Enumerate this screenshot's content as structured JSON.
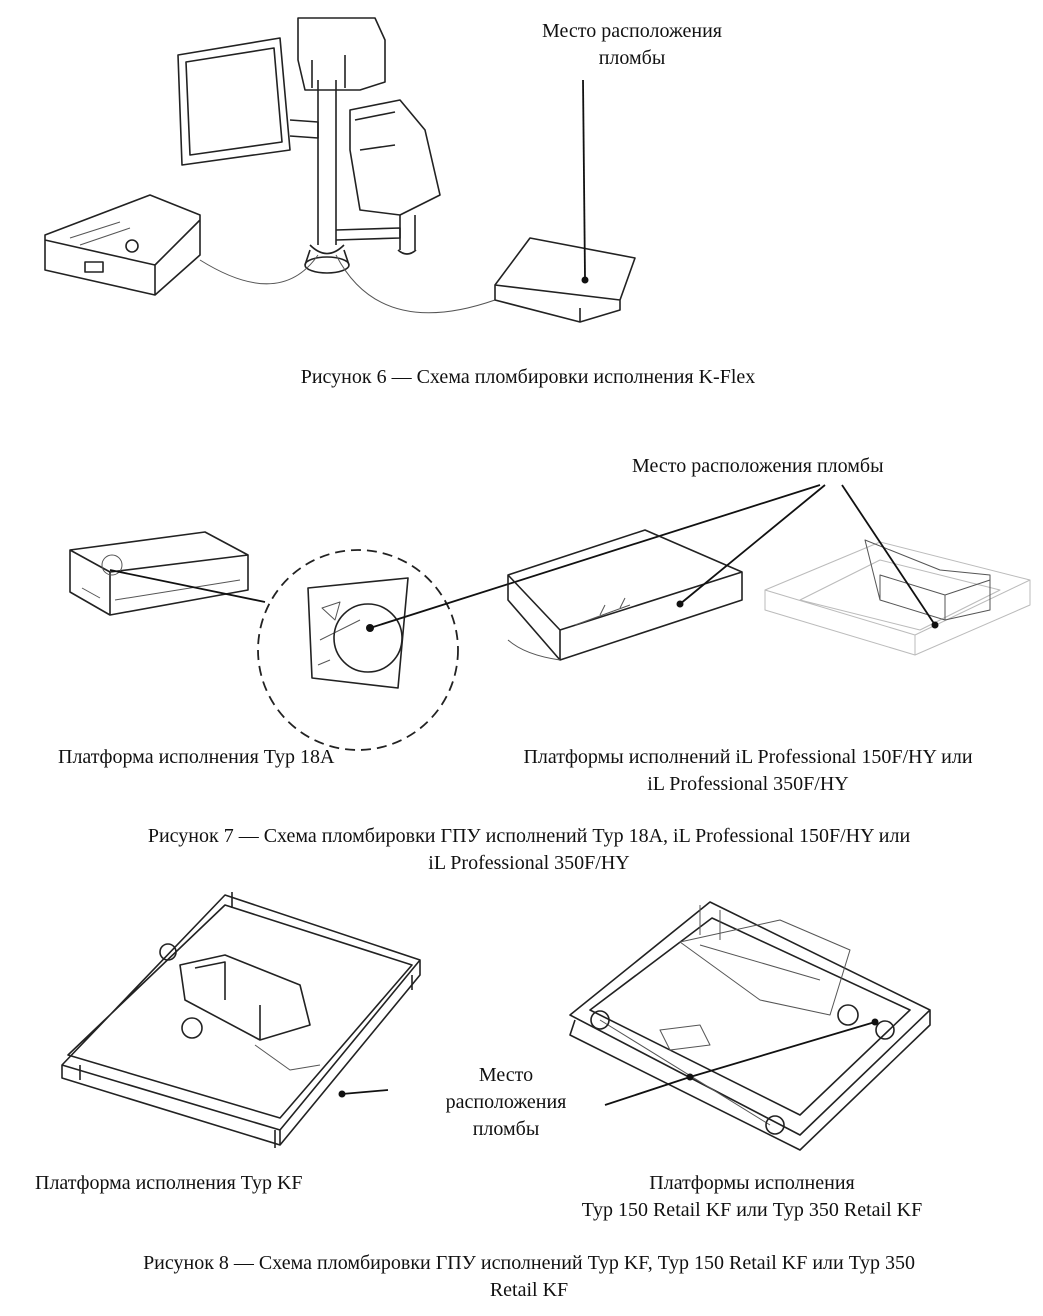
{
  "figure6": {
    "callout_lines": [
      "Место  расположения",
      "пломбы"
    ],
    "caption": "Рисунок 6 — Схема пломбировки исполнения K-Flex"
  },
  "figure7": {
    "callout": "Место  расположения пломбы",
    "left_label": "Платформа исполнения Тур 18А",
    "right_label_lines": [
      "Платформы исполнений iL Professional 150F/HY или",
      "iL Professional 350F/HY"
    ],
    "caption_lines": [
      "Рисунок 7 — Схема пломбировки ГПУ исполнений Тур 18А, iL Professional 150F/HY или",
      "iL Professional  350F/HY"
    ]
  },
  "figure8": {
    "callout_lines": [
      "Место",
      "расположения",
      "пломбы"
    ],
    "left_label": "Платформа исполнения Тур KF",
    "right_label_lines": [
      "Платформы исполнения",
      "Тур  150 Retail  KF или Тур 350 Retail  KF"
    ],
    "caption_lines": [
      "Рисунок 8 — Схема пломбировки ГПУ исполнений Тур KF, Тур 150 Retail  KF или Тур 350",
      "Retail  KF"
    ]
  }
}
